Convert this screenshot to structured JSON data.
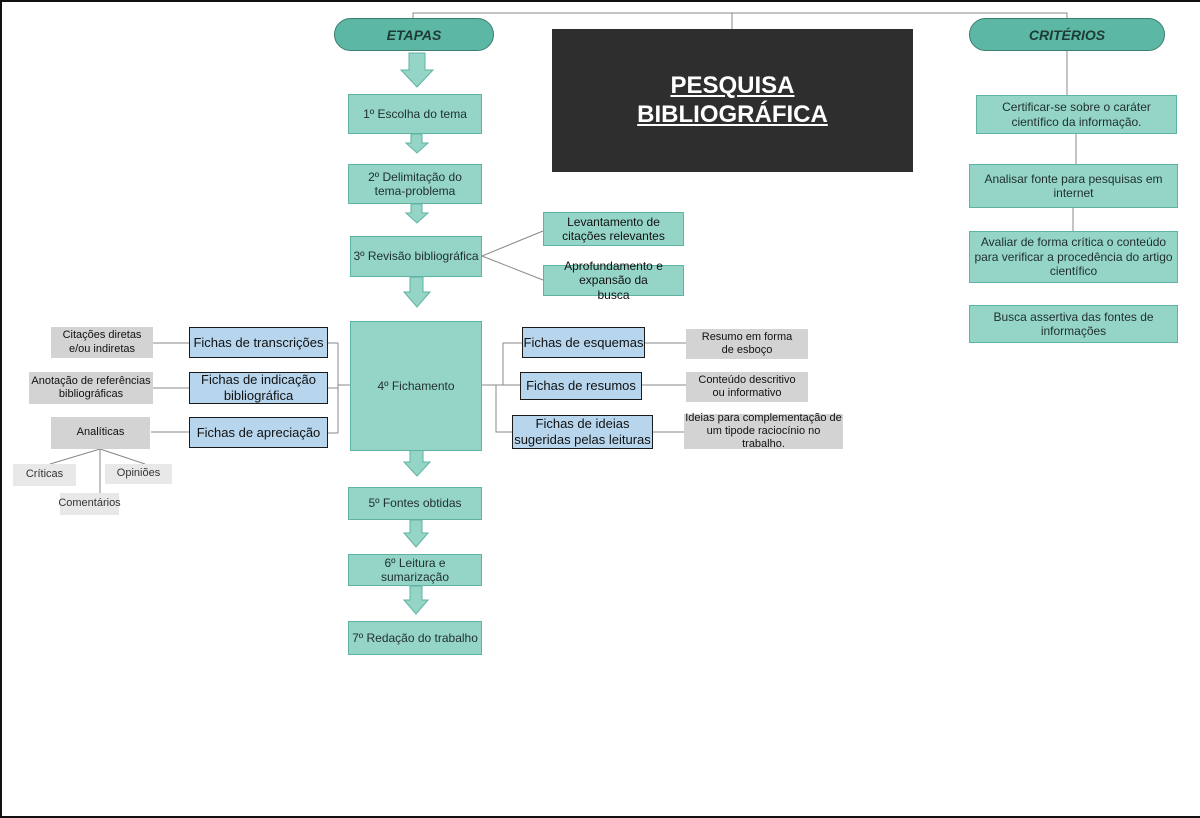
{
  "title": {
    "line1": "PESQUISA",
    "line2": "BIBLIOGRÁFICA"
  },
  "etapas": {
    "label": "ETAPAS",
    "steps": [
      "1º Escolha do tema",
      "2º Delimitação do tema-problema",
      "3º Revisão bibliográfica",
      "4º Fichamento",
      "5º Fontes obtidas",
      "6º Leitura e sumarização",
      "7º Redação do trabalho"
    ],
    "revisao_branches": [
      "Levantamento de citações relevantes",
      "Aprofundamento e expansão da busca"
    ]
  },
  "fichamento_left": [
    {
      "ficha": "Fichas de transcrições",
      "desc": "Citações diretas e/ou indiretas"
    },
    {
      "ficha": "Fichas de indicação bibliográfica",
      "desc": "Anotação de referências bibliográficas"
    },
    {
      "ficha": "Fichas de apreciação",
      "desc": "Analíticas"
    }
  ],
  "analiticas_sub": [
    "Críticas",
    "Opiniões",
    "Comentários"
  ],
  "fichamento_right": [
    {
      "ficha": "Fichas de esquemas",
      "desc": "Resumo em forma de esboço"
    },
    {
      "ficha": "Fichas de resumos",
      "desc": "Conteúdo descritivo ou informativo"
    },
    {
      "ficha": "Fichas de ideias sugeridas pelas leituras",
      "desc": "Ideias para complementação de um tipode raciocínio no trabalho."
    }
  ],
  "criterios": {
    "label": "CRITÉRIOS",
    "items": [
      "Certificar-se sobre o caráter científico da informação.",
      "Analisar fonte para pesquisas em internet",
      "Avaliar de forma crítica o conteúdo para verificar a procedência do artigo científico",
      "Busca assertiva das fontes de informações"
    ]
  },
  "colors": {
    "teal": "#95d5c7",
    "pill": "#5cb8a5",
    "blue": "#b7d6ee",
    "gray": "#d3d3d3",
    "title_bg": "#2e2e2e"
  }
}
